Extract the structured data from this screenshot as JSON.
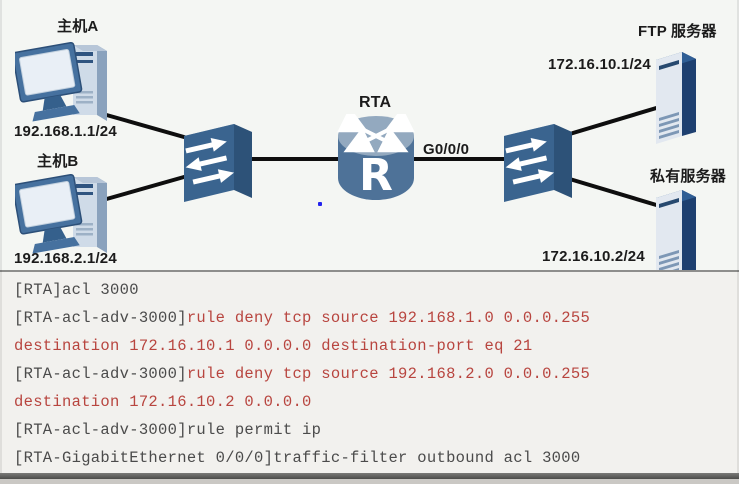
{
  "diagram": {
    "hosts": {
      "host_a": {
        "label": "主机A",
        "ip": "192.168.1.1/24"
      },
      "host_b": {
        "label": "主机B",
        "ip": "192.168.2.1/24"
      }
    },
    "router": {
      "label": "RTA",
      "interface_label": "G0/0/0"
    },
    "servers": {
      "ftp": {
        "label": "FTP 服务器",
        "ip": "172.16.10.1/24"
      },
      "private": {
        "label": "私有服务器",
        "ip": "172.16.10.2/24"
      }
    },
    "colors": {
      "link": "#0e0e0e",
      "switch_front": "#3a648f",
      "switch_top": "#9fb2c4",
      "switch_side": "#2d5278",
      "router_body": "#4e7298",
      "router_top": "#93a9bf",
      "server_side": "#1e4070",
      "accent_text": "#1b1b1b"
    }
  },
  "console": {
    "colors": {
      "dark": "#4b4b4b",
      "red": "#b8453f"
    },
    "lines": [
      {
        "segments": [
          {
            "text": "[RTA]acl 3000",
            "color": "dark"
          }
        ]
      },
      {
        "segments": [
          {
            "text": "[RTA-acl-adv-3000]",
            "color": "dark"
          },
          {
            "text": "rule deny tcp source 192.168.1.0 0.0.0.255",
            "color": "red"
          }
        ]
      },
      {
        "segments": [
          {
            "text": "destination 172.16.10.1 0.0.0.0 destination-port eq 21",
            "color": "red"
          }
        ]
      },
      {
        "segments": [
          {
            "text": "[RTA-acl-adv-3000]",
            "color": "dark"
          },
          {
            "text": "rule deny tcp source 192.168.2.0 0.0.0.255",
            "color": "red"
          }
        ]
      },
      {
        "segments": [
          {
            "text": "destination 172.16.10.2 0.0.0.0",
            "color": "red"
          }
        ]
      },
      {
        "segments": [
          {
            "text": "[RTA-acl-adv-3000]rule permit ip",
            "color": "dark"
          }
        ]
      },
      {
        "segments": [
          {
            "text": "[RTA-GigabitEthernet 0/0/0]traffic-filter outbound acl 3000",
            "color": "dark"
          }
        ]
      }
    ]
  }
}
